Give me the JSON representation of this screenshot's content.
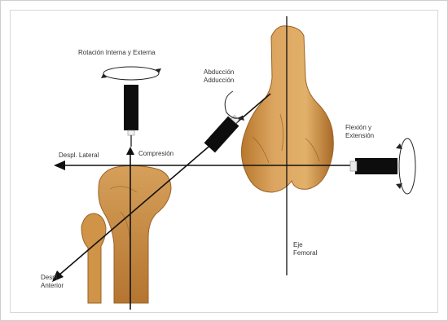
{
  "labels": {
    "rotation": "Rotación Interna y Externa",
    "abduction_1": "Abducción",
    "abduction_2": "Adducción",
    "lateral": "Despl. Lateral",
    "compression": "Compresión",
    "flexion_1": "Flexión y",
    "flexion_2": "Extensión",
    "femoral_axis_1": "Eje",
    "femoral_axis_2": "Femoral",
    "anterior_1": "Despl.",
    "anterior_2": "Anterior"
  },
  "colors": {
    "bone": "#d39a4e",
    "bone_shadow": "#8a5a22",
    "actuator": "#0d0d0d",
    "axis": "#111111"
  }
}
